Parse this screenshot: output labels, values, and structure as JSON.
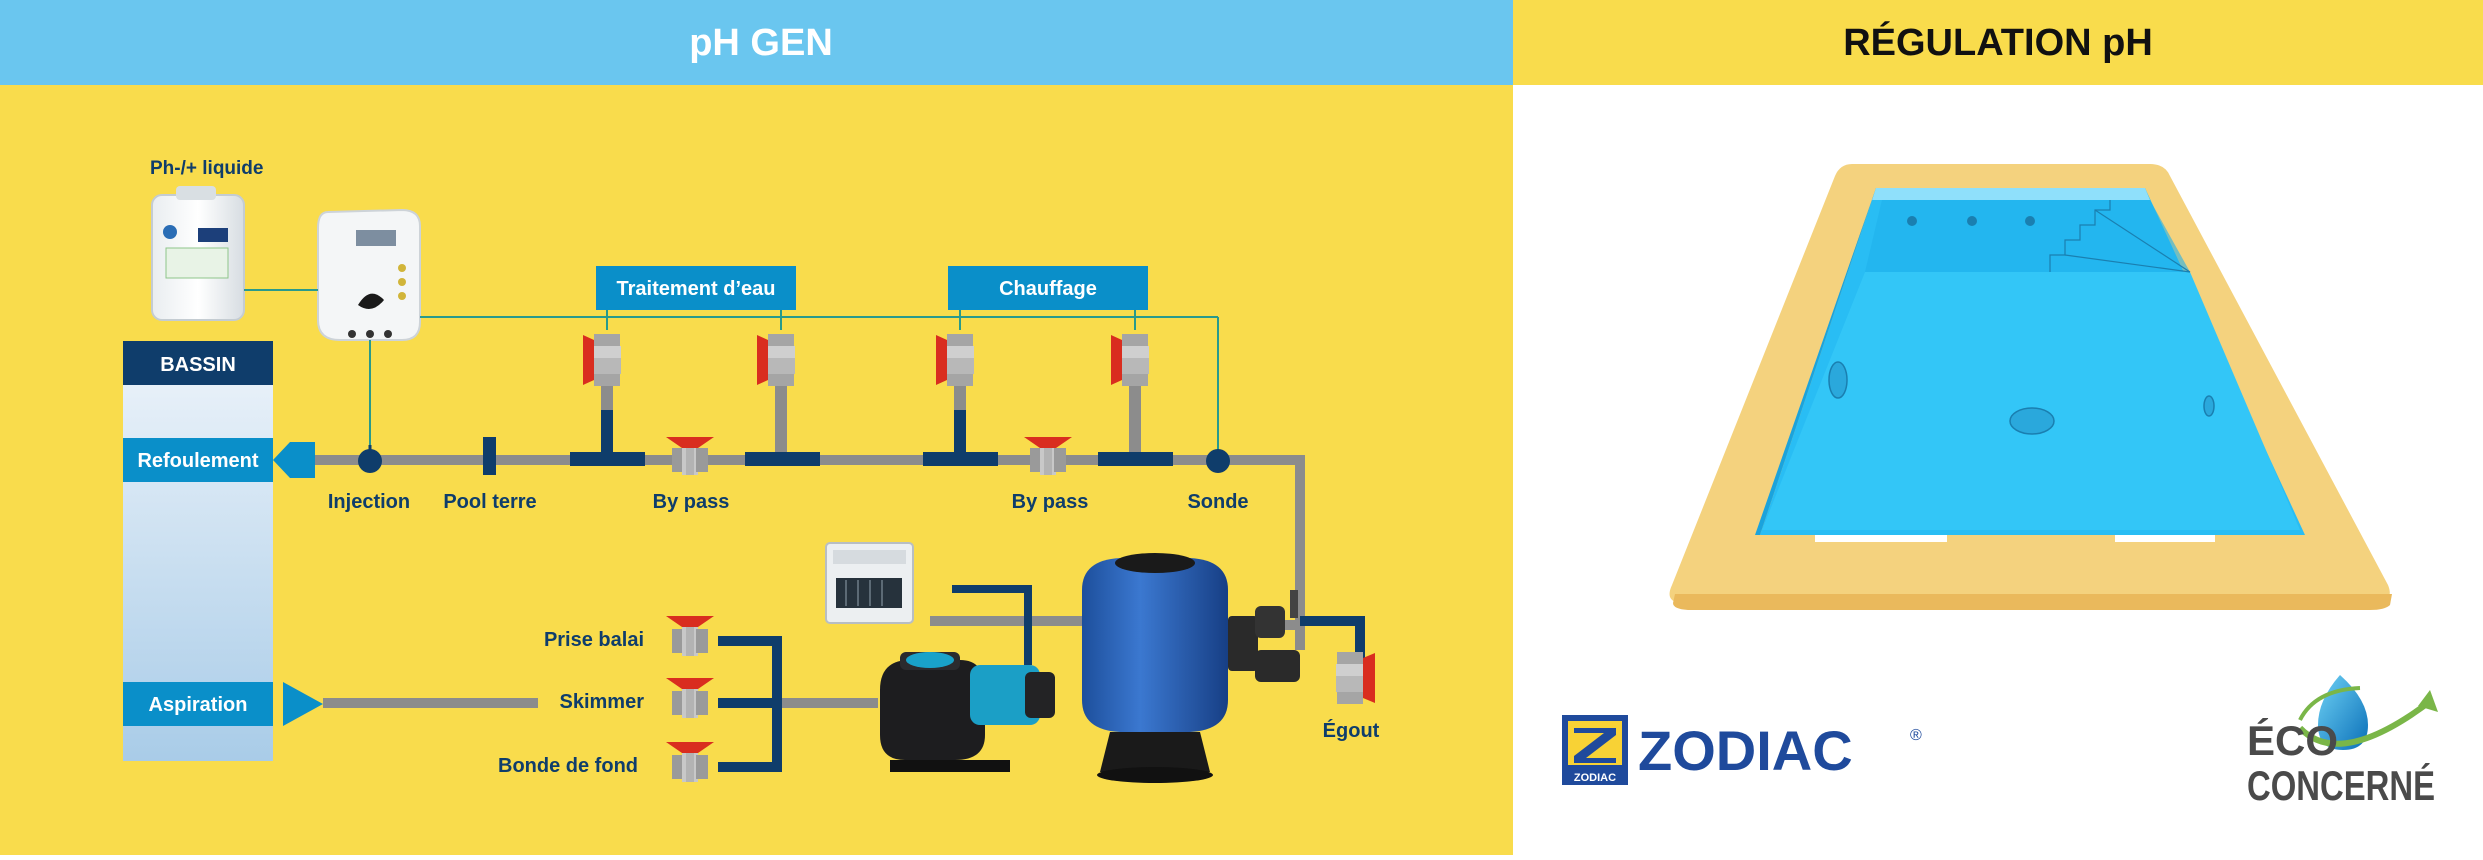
{
  "left_panel": {
    "title": "pH GEN",
    "labels": {
      "liquid": "Ph-/+ liquide",
      "bassin": "BASSIN",
      "refoulement": "Refoulement",
      "aspiration": "Aspiration",
      "traitement": "Traitement d’eau",
      "chauffage": "Chauffage",
      "injection": "Injection",
      "pool_terre": "Pool terre",
      "bypass_1": "By pass",
      "bypass_2": "By pass",
      "sonde": "Sonde",
      "prise_balai": "Prise balai",
      "skimmer": "Skimmer",
      "bonde": "Bonde de fond",
      "egout": "Égout"
    }
  },
  "right_panel": {
    "title": "RÉGULATION pH",
    "brand": "ZODIAC",
    "brand_reg": "®",
    "brand_small": "ZODIAC",
    "eco_line1": "ÉCO",
    "eco_line2": "CONCERNÉ"
  },
  "colors": {
    "sky": "#6ac6ef",
    "yellow": "#f9dc4c",
    "navy": "#0f3d6b",
    "blue_label": "#0a8fc9",
    "pipe_grey": "#8c8c8c",
    "valve_red": "#d92d1f",
    "pool_water": "#29bdf4",
    "pool_deck": "#f4d27e",
    "eco_green": "#7ab648",
    "eco_text": "#4a4a4a"
  }
}
